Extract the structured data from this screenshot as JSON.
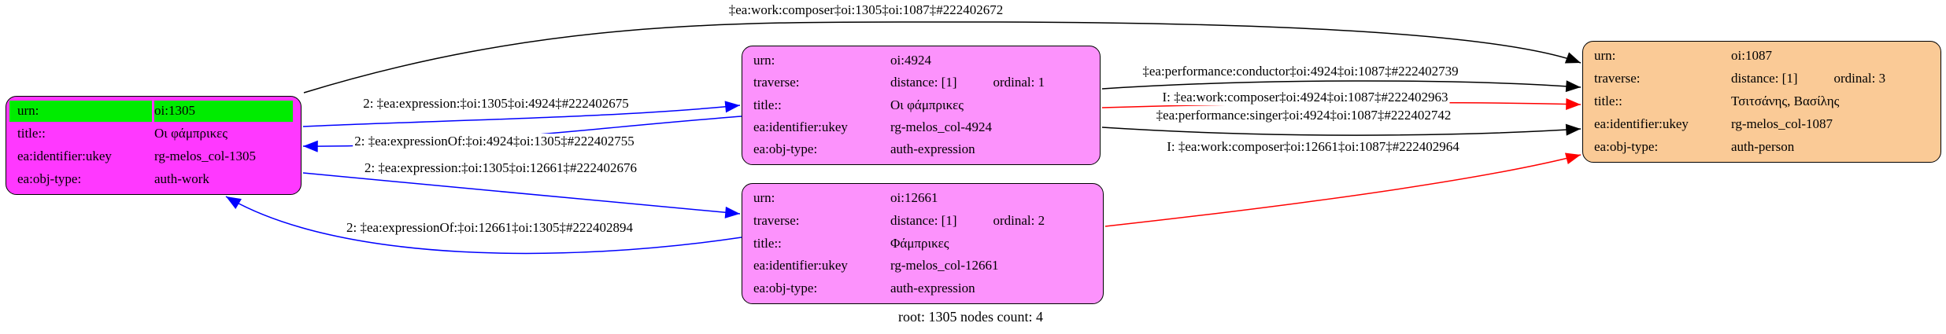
{
  "graph": {
    "label": "root: 1305 nodes count: 4",
    "background": "#FFFFFF"
  },
  "colors": {
    "edge_black": "#000000",
    "edge_blue": "#0000FF",
    "edge_red": "#FF0000",
    "node_border": "#000000",
    "work_node_fill": "#FF38FF",
    "work_urn_row_fill": "#00EC00",
    "expression_node_fill": "#FC92FC",
    "person_node_fill": "#FACA96"
  },
  "nodes": [
    {
      "id": "oi:1305",
      "kind": "auth-work",
      "rows": [
        {
          "label": "urn:",
          "value": "oi:1305"
        },
        {
          "label": "title::",
          "value": "Οι φάμπρικες"
        },
        {
          "label": "ea:identifier:ukey",
          "value": "rg-melos_col-1305"
        },
        {
          "label": "ea:obj-type:",
          "value": "auth-work"
        }
      ]
    },
    {
      "id": "oi:4924",
      "kind": "auth-expression",
      "rows": [
        {
          "label": "urn:",
          "value": "oi:4924"
        },
        {
          "label": "traverse:",
          "value": "distance: [1]",
          "value2": "ordinal: 1"
        },
        {
          "label": "title::",
          "value": "Οι φάμπρικες"
        },
        {
          "label": "ea:identifier:ukey",
          "value": "rg-melos_col-4924"
        },
        {
          "label": "ea:obj-type:",
          "value": "auth-expression"
        }
      ]
    },
    {
      "id": "oi:12661",
      "kind": "auth-expression",
      "rows": [
        {
          "label": "urn:",
          "value": "oi:12661"
        },
        {
          "label": "traverse:",
          "value": "distance: [1]",
          "value2": "ordinal: 2"
        },
        {
          "label": "title::",
          "value": "Φάμπρικες"
        },
        {
          "label": "ea:identifier:ukey",
          "value": "rg-melos_col-12661"
        },
        {
          "label": "ea:obj-type:",
          "value": "auth-expression"
        }
      ]
    },
    {
      "id": "oi:1087",
      "kind": "auth-person",
      "rows": [
        {
          "label": "urn:",
          "value": "oi:1087"
        },
        {
          "label": "traverse:",
          "value": "distance: [1]",
          "value2": "ordinal: 3"
        },
        {
          "label": "title::",
          "value": "Τσιτσάνης, Βασίλης"
        },
        {
          "label": "ea:identifier:ukey",
          "value": "rg-melos_col-1087"
        },
        {
          "label": "ea:obj-type:",
          "value": "auth-person"
        }
      ]
    }
  ],
  "edges": [
    {
      "label": "‡ea:work:composer‡oi:1305‡oi:1087‡#222402672",
      "color": "#000000"
    },
    {
      "label": "2: ‡ea:expression:‡oi:1305‡oi:4924‡#222402675",
      "color": "#0000FF"
    },
    {
      "label": "2: ‡ea:expressionOf:‡oi:4924‡oi:1305‡#222402755",
      "color": "#0000FF"
    },
    {
      "label": "2: ‡ea:expression:‡oi:1305‡oi:12661‡#222402676",
      "color": "#0000FF"
    },
    {
      "label": "2: ‡ea:expressionOf:‡oi:12661‡oi:1305‡#222402894",
      "color": "#0000FF"
    },
    {
      "label": "‡ea:performance:conductor‡oi:4924‡oi:1087‡#222402739",
      "color": "#000000"
    },
    {
      "label": "I: ‡ea:work:composer‡oi:4924‡oi:1087‡#222402963",
      "color": "#FF0000"
    },
    {
      "label": "‡ea:performance:singer‡oi:4924‡oi:1087‡#222402742",
      "color": "#000000"
    },
    {
      "label": "I: ‡ea:work:composer‡oi:12661‡oi:1087‡#222402964",
      "color": "#FF0000"
    }
  ]
}
